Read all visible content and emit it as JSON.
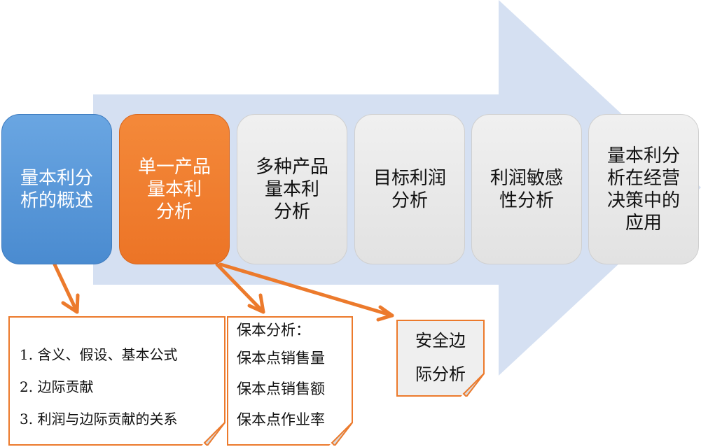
{
  "colors": {
    "arrow_fill": "#d5e0f2",
    "connector": "#ec7a2c",
    "step_active_blue": "#4a8bd0",
    "step_active_orange": "#ec7426",
    "step_inactive": "#e6e6e6",
    "note_border": "#ec7a2c"
  },
  "steps": [
    {
      "label": [
        "量本利分",
        "析的概述"
      ],
      "style": "blue"
    },
    {
      "label": [
        "单一产品",
        "量本利",
        "分析"
      ],
      "style": "orange"
    },
    {
      "label": [
        "多种产品",
        "量本利",
        "分析"
      ],
      "style": "gray"
    },
    {
      "label": [
        "目标利润",
        "分析"
      ],
      "style": "gray"
    },
    {
      "label": [
        "利润敏感",
        "性分析"
      ],
      "style": "gray"
    },
    {
      "label": [
        "量本利分",
        "析在经营",
        "决策中的",
        "应用"
      ],
      "style": "gray"
    }
  ],
  "notes": {
    "overview": {
      "items": [
        "1. 含义、假设、基本公式",
        "2. 边际贡献",
        "3. 利润与边际贡献的关系"
      ]
    },
    "breakeven": {
      "heading": "保本分析：",
      "items": [
        "保本点销售量",
        "保本点销售额",
        "保本点作业率"
      ]
    },
    "safety": {
      "label": [
        "安全边",
        "际分析"
      ]
    }
  }
}
